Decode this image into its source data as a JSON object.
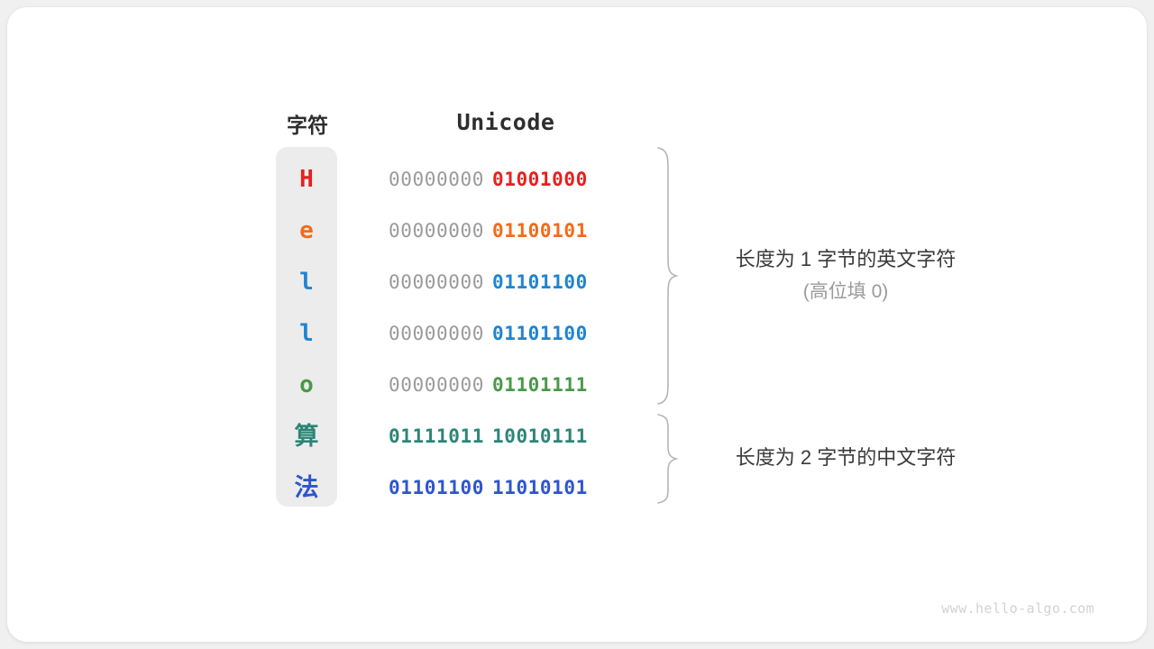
{
  "page": {
    "background": "#f0f0f0",
    "card_background": "#ffffff",
    "watermark": "www.hello-algo.com"
  },
  "table": {
    "headers": {
      "character": "字符",
      "unicode": "Unicode"
    },
    "column_highlight_color": "#ececec",
    "high_byte_color": "#9a9a9a",
    "rows": [
      {
        "char": "H",
        "color": "#e62020",
        "high_byte": "00000000",
        "low_byte": "01001000",
        "high_byte_active": false,
        "cjk": false
      },
      {
        "char": "e",
        "color": "#ef6c1a",
        "high_byte": "00000000",
        "low_byte": "01100101",
        "high_byte_active": false,
        "cjk": false
      },
      {
        "char": "l",
        "color": "#1f84d1",
        "high_byte": "00000000",
        "low_byte": "01101100",
        "high_byte_active": false,
        "cjk": false
      },
      {
        "char": "l",
        "color": "#1f84d1",
        "high_byte": "00000000",
        "low_byte": "01101100",
        "high_byte_active": false,
        "cjk": false
      },
      {
        "char": "o",
        "color": "#4a9949",
        "high_byte": "00000000",
        "low_byte": "01101111",
        "high_byte_active": false,
        "cjk": false
      },
      {
        "char": "算",
        "color": "#2d8577",
        "high_byte": "01111011",
        "low_byte": "10010111",
        "high_byte_active": true,
        "cjk": true
      },
      {
        "char": "法",
        "color": "#2f55cf",
        "high_byte": "01101100",
        "low_byte": "11010101",
        "high_byte_active": true,
        "cjk": true
      }
    ]
  },
  "annotations": [
    {
      "main": "长度为 1 字节的英文字符",
      "sub": "(高位填 0)",
      "brace_color": "#b5b5b5"
    },
    {
      "main": "长度为 2 字节的中文字符",
      "sub": "",
      "brace_color": "#b5b5b5"
    }
  ]
}
